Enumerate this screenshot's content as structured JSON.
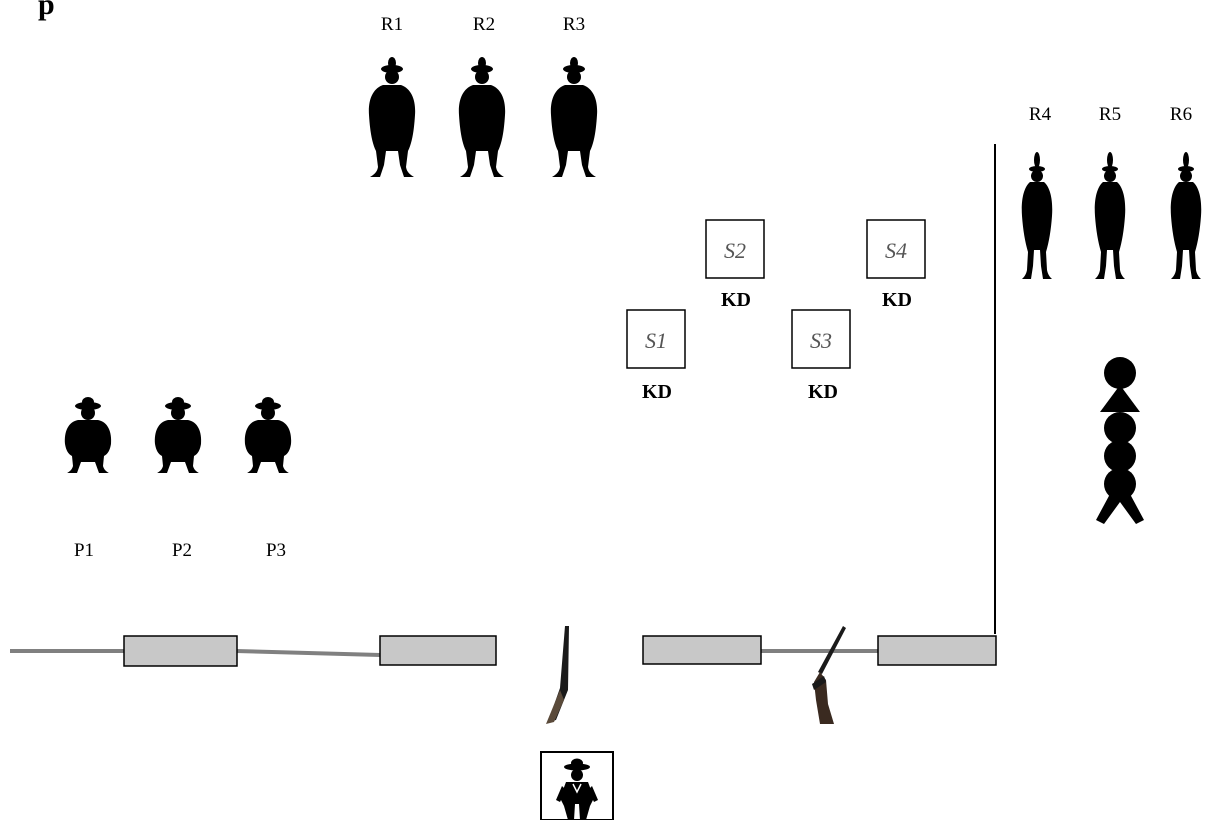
{
  "title_fragment": "p",
  "rifle_targets": [
    {
      "id": "R1",
      "label": "R1"
    },
    {
      "id": "R2",
      "label": "R2"
    },
    {
      "id": "R3",
      "label": "R3"
    },
    {
      "id": "R4",
      "label": "R4"
    },
    {
      "id": "R5",
      "label": "R5"
    },
    {
      "id": "R6",
      "label": "R6"
    }
  ],
  "pistol_targets": [
    {
      "id": "P1",
      "label": "P1"
    },
    {
      "id": "P2",
      "label": "P2"
    },
    {
      "id": "P3",
      "label": "P3"
    }
  ],
  "shotgun_targets": [
    {
      "id": "S1",
      "label": "S1",
      "tag": "KD"
    },
    {
      "id": "S2",
      "label": "S2",
      "tag": "KD"
    },
    {
      "id": "S3",
      "label": "S3",
      "tag": "KD"
    },
    {
      "id": "S4",
      "label": "S4",
      "tag": "KD"
    }
  ],
  "colors": {
    "silhouette": "#000000",
    "table_fill": "#c8c8c8",
    "rail": "#808080",
    "wall": "#000000"
  },
  "icons": [
    "cowboy-silhouette-icon",
    "rifle-icon",
    "shotgun-icon",
    "shooter-icon",
    "stacked-circles-icon"
  ]
}
